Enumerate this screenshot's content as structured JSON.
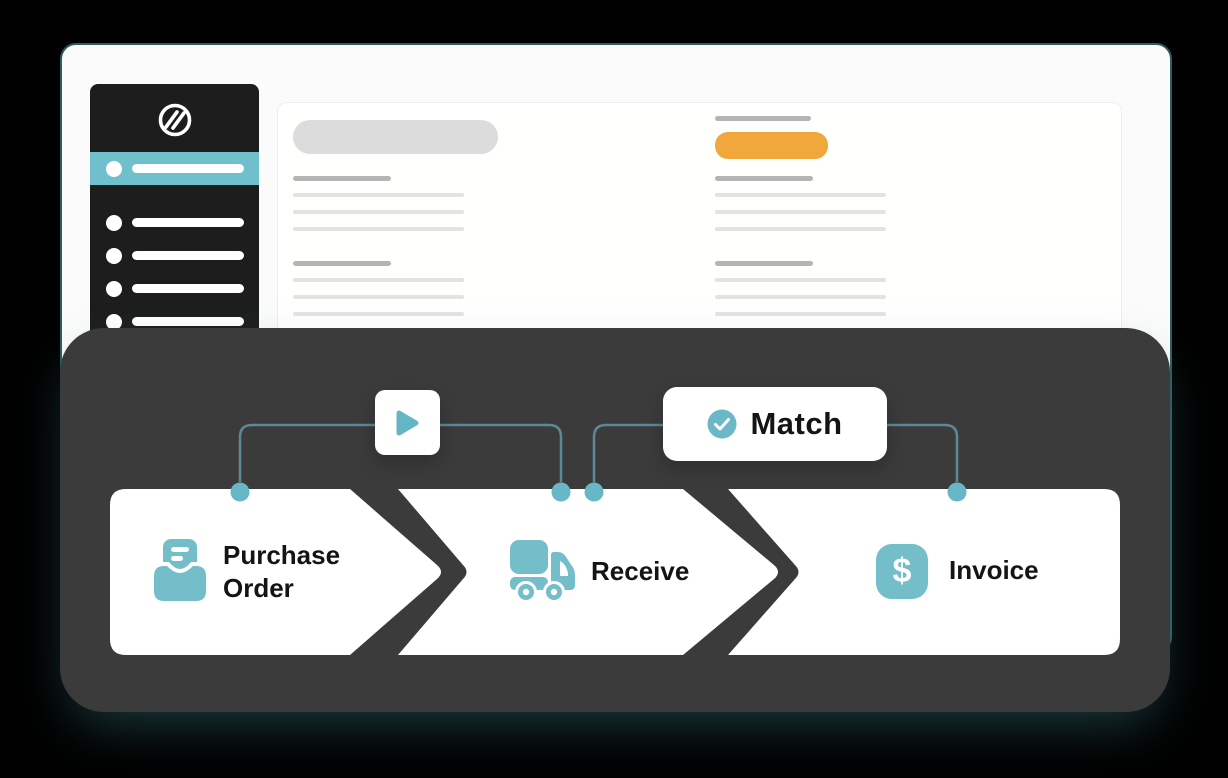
{
  "flow": {
    "steps": [
      {
        "label": "Purchase Order",
        "icon": "purchase-order-icon"
      },
      {
        "label": "Receive",
        "icon": "delivery-truck-icon"
      },
      {
        "label": "Invoice",
        "icon": "dollar-icon",
        "icon_glyph": "$"
      }
    ],
    "connectors": {
      "play_icon": "play-icon",
      "match": {
        "label": "Match",
        "icon": "check-circle-icon"
      }
    }
  },
  "app_window": {
    "sidebar": {
      "logo_icon": "zip-logo-icon",
      "menu_items": [
        {
          "active": true
        },
        {
          "active": false
        },
        {
          "active": false
        },
        {
          "active": false
        },
        {
          "active": false
        }
      ]
    },
    "content": {
      "columns": [
        {
          "side": "left",
          "header": "pill",
          "groups": [
            3,
            3
          ]
        },
        {
          "side": "right",
          "header": "tag",
          "groups": [
            3,
            3
          ]
        }
      ]
    }
  },
  "colors": {
    "accent_teal": "#74bec9",
    "dot_teal": "#68b7c6",
    "connector_teal": "#5d8996",
    "sidebar_active_teal": "#6fc0cc",
    "tag_orange": "#f0a83c",
    "panel_dark": "#3b3b3b",
    "sidebar_dark": "#1d1d1d",
    "window_border_teal": "#2e5c60"
  }
}
